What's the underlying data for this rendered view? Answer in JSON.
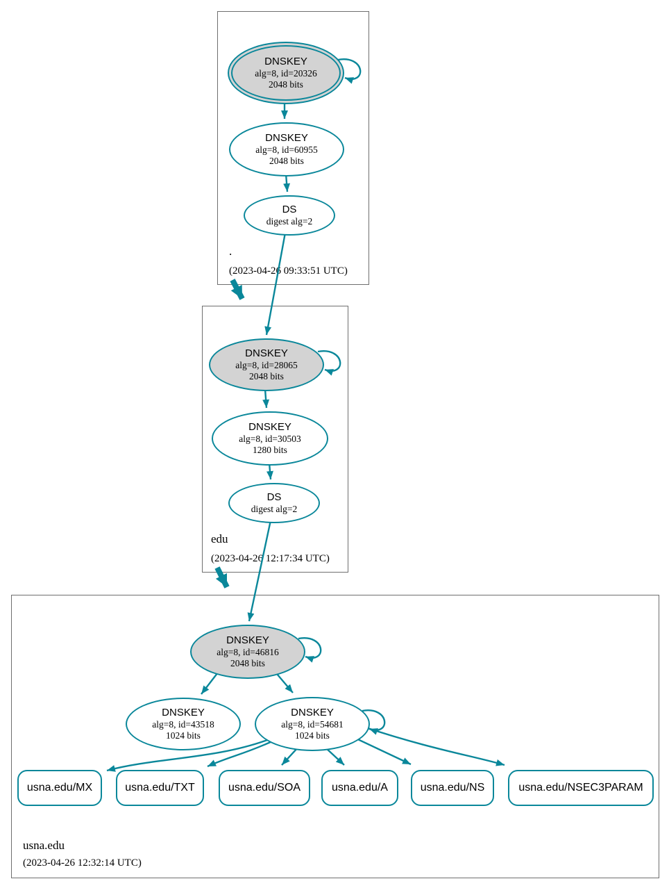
{
  "diagram": {
    "kind": "dnssec-authentication-chain",
    "colors": {
      "edge": "#0a879a",
      "ksk_fill": "#d3d3d3",
      "node_fill": "#ffffff",
      "zone_border": "#6e6e6e",
      "text": "#000000"
    }
  },
  "zones": [
    {
      "name": ".",
      "timestamp": "(2023-04-26 09:33:51 UTC)",
      "ksk": {
        "title": "DNSKEY",
        "detail": "alg=8, id=20326",
        "bits": "2048 bits"
      },
      "zsk": {
        "title": "DNSKEY",
        "detail": "alg=8, id=60955",
        "bits": "2048 bits"
      },
      "ds": {
        "title": "DS",
        "detail": "digest alg=2"
      }
    },
    {
      "name": "edu",
      "timestamp": "(2023-04-26 12:17:34 UTC)",
      "ksk": {
        "title": "DNSKEY",
        "detail": "alg=8, id=28065",
        "bits": "2048 bits"
      },
      "zsk": {
        "title": "DNSKEY",
        "detail": "alg=8, id=30503",
        "bits": "1280 bits"
      },
      "ds": {
        "title": "DS",
        "detail": "digest alg=2"
      }
    },
    {
      "name": "usna.edu",
      "timestamp": "(2023-04-26 12:32:14 UTC)",
      "ksk": {
        "title": "DNSKEY",
        "detail": "alg=8, id=46816",
        "bits": "2048 bits"
      },
      "zsk1": {
        "title": "DNSKEY",
        "detail": "alg=8, id=43518",
        "bits": "1024 bits"
      },
      "zsk2": {
        "title": "DNSKEY",
        "detail": "alg=8, id=54681",
        "bits": "1024 bits"
      },
      "rrsets": [
        {
          "label": "usna.edu/MX"
        },
        {
          "label": "usna.edu/TXT"
        },
        {
          "label": "usna.edu/SOA"
        },
        {
          "label": "usna.edu/A"
        },
        {
          "label": "usna.edu/NS"
        },
        {
          "label": "usna.edu/NSEC3PARAM"
        }
      ]
    }
  ]
}
